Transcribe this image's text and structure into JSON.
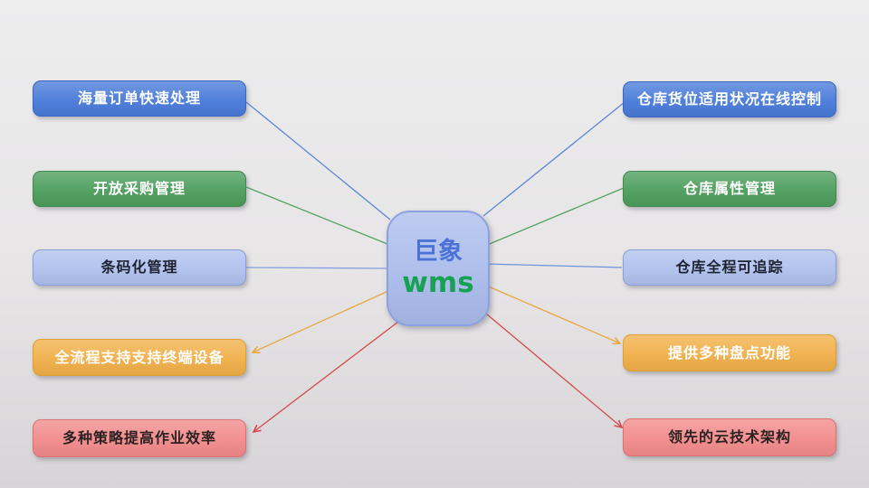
{
  "center_node": {
    "title_line1": "巨象",
    "title_line2": "wms",
    "fill": "#a9bbeb",
    "border": "#8ca1e0",
    "line1_color": "#4b72d6",
    "line2_color": "#17a253"
  },
  "nodes": {
    "left": [
      {
        "label": "海量订单快速处理",
        "fill": "#4a7bd9",
        "border": "#3a65c2",
        "text_color": "#ffffff",
        "line_color": "#5b86d8",
        "arrow": false
      },
      {
        "label": "开放采购管理",
        "fill": "#4d9e5d",
        "border": "#3f8a4e",
        "text_color": "#ffffff",
        "line_color": "#55a263",
        "arrow": false
      },
      {
        "label": "条码化管理",
        "fill": "#b0c1ee",
        "border": "#8a9fd9",
        "text_color": "#1d2330",
        "line_color": "#84a0e0",
        "arrow": false
      },
      {
        "label": "全流程支持支持终端设备",
        "fill": "#f1b04a",
        "border": "#dfa02f",
        "text_color": "#ffffff",
        "line_color": "#e8a843",
        "arrow": true
      },
      {
        "label": "多种策略提高作业效率",
        "fill": "#f28b8c",
        "border": "#dd6f71",
        "text_color": "#2d2222",
        "line_color": "#d64949",
        "arrow": true
      }
    ],
    "right": [
      {
        "label": "仓库货位适用状况在线控制",
        "fill": "#4a7bd9",
        "border": "#3a65c2",
        "text_color": "#ffffff",
        "line_color": "#5b86d8",
        "arrow": false
      },
      {
        "label": "仓库属性管理",
        "fill": "#4d9e5d",
        "border": "#3f8a4e",
        "text_color": "#ffffff",
        "line_color": "#55a263",
        "arrow": false
      },
      {
        "label": "仓库全程可追踪",
        "fill": "#b0c1ee",
        "border": "#8a9fd9",
        "text_color": "#1d2330",
        "line_color": "#6e93dd",
        "arrow": false
      },
      {
        "label": "提供多种盘点功能",
        "fill": "#f1b04a",
        "border": "#dfa02f",
        "text_color": "#ffffff",
        "line_color": "#e8a843",
        "arrow": true
      },
      {
        "label": "领先的云技术架构",
        "fill": "#f28b8c",
        "border": "#dd6f71",
        "text_color": "#2d2222",
        "line_color": "#d64949",
        "arrow": true
      }
    ]
  },
  "background": {
    "top": "#ededee",
    "bottom": "#d6d4d6"
  }
}
